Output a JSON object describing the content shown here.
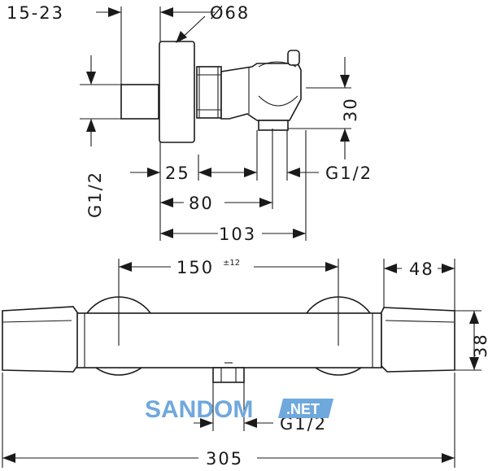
{
  "labels": {
    "conn_range": "15-23",
    "diameter": "Ø68",
    "thread_left_vertical": "G1/2",
    "offset_30": "30",
    "dim_25": "25",
    "thread_right": "G1/2",
    "dim_80": "80",
    "dim_103": "103",
    "dim_150": "150",
    "tolerance_150": "±12",
    "dim_48": "48",
    "dim_38": "38",
    "thread_bottom": "G1/2",
    "dim_305": "305"
  },
  "watermark": {
    "brand": "SANDOM",
    "suffix": ".NET",
    "color": "#6fa8dc"
  }
}
